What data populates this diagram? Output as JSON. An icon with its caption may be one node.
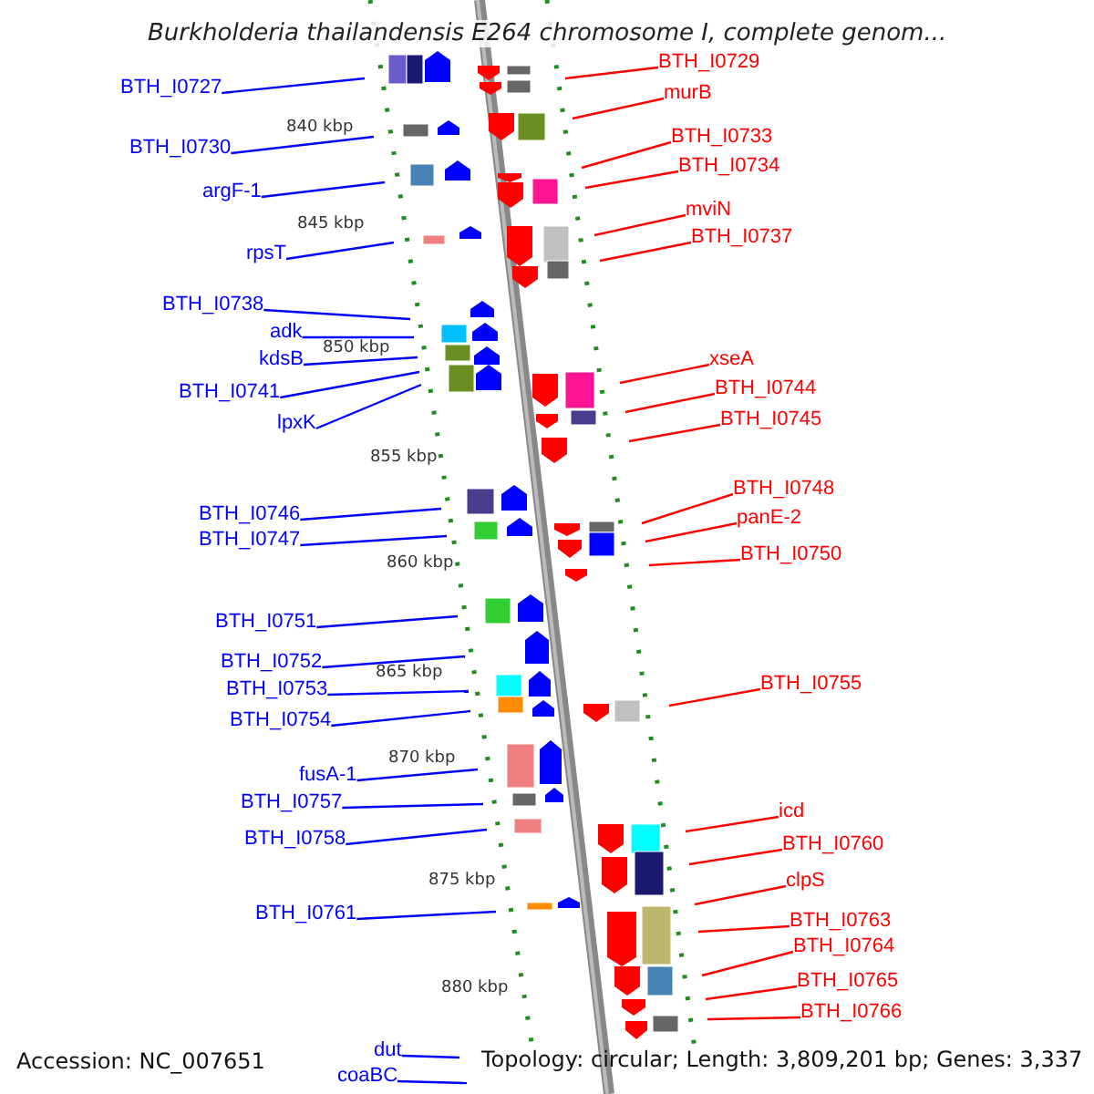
{
  "diagram": {
    "title": "Burkholderia thailandensis E264 chromosome I, complete genom...",
    "nodes": [
      {
        "text": [
          "BTH_I0727"
        ]
      },
      {
        "text": [
          "BTH_I0730"
        ]
      },
      {
        "text": [
          "argF-1"
        ]
      },
      {
        "text": [
          "rpsT"
        ]
      },
      {
        "text": [
          "BTH_I0738"
        ]
      },
      {
        "text": [
          "adk"
        ]
      },
      {
        "text": [
          "kdsB"
        ]
      },
      {
        "text": [
          "BTH_I0741"
        ]
      },
      {
        "text": [
          "lpxK"
        ]
      },
      {
        "text": [
          "BTH_I0746"
        ]
      },
      {
        "text": [
          "BTH_I0747"
        ]
      },
      {
        "text": [
          "BTH_I0751"
        ]
      },
      {
        "text": [
          "BTH_I0752"
        ]
      },
      {
        "text": [
          "BTH_I0753"
        ]
      },
      {
        "text": [
          "BTH_I0754"
        ]
      },
      {
        "text": [
          "fusA-1"
        ]
      },
      {
        "text": [
          "BTH_I0757"
        ]
      },
      {
        "text": [
          "BTH_I0758"
        ]
      },
      {
        "text": [
          "BTH_I0761"
        ]
      },
      {
        "text": [
          "dut"
        ]
      },
      {
        "text": [
          "coaBC"
        ]
      },
      {
        "text": [
          "BTH_I0729"
        ]
      },
      {
        "text": [
          "murB"
        ]
      },
      {
        "text": [
          "BTH_I0733"
        ]
      },
      {
        "text": [
          "BTH_I0734"
        ]
      },
      {
        "text": [
          "mviN"
        ]
      },
      {
        "text": [
          "BTH_I0737"
        ]
      },
      {
        "text": [
          "xseA"
        ]
      },
      {
        "text": [
          "BTH_I0744"
        ]
      },
      {
        "text": [
          "BTH_I0745"
        ]
      },
      {
        "text": [
          "BTH_I0748"
        ]
      },
      {
        "text": [
          "panE-2"
        ]
      },
      {
        "text": [
          "BTH_I0750"
        ]
      },
      {
        "text": [
          "BTH_I0755"
        ]
      },
      {
        "text": [
          "icd"
        ]
      },
      {
        "text": [
          "BTH_I0760"
        ]
      },
      {
        "text": [
          "clpS"
        ]
      },
      {
        "text": [
          "BTH_I0763"
        ]
      },
      {
        "text": [
          "BTH_I0764"
        ]
      },
      {
        "text": [
          "BTH_I0765"
        ]
      },
      {
        "text": [
          "BTH_I0766"
        ]
      }
    ],
    "edges": [
      {
        "from": 0,
        "to": null,
        "arrow": "none"
      },
      {
        "from": 1,
        "to": null,
        "arrow": "none"
      },
      {
        "from": 2,
        "to": null,
        "arrow": "none"
      },
      {
        "from": 3,
        "to": null,
        "arrow": "none"
      },
      {
        "from": 4,
        "to": null,
        "arrow": "none"
      },
      {
        "from": 5,
        "to": null,
        "arrow": "none"
      },
      {
        "from": 6,
        "to": null,
        "arrow": "none"
      },
      {
        "from": 7,
        "to": null,
        "arrow": "none"
      },
      {
        "from": 8,
        "to": null,
        "arrow": "none"
      },
      {
        "from": 9,
        "to": null,
        "arrow": "none"
      },
      {
        "from": 10,
        "to": null,
        "arrow": "none"
      },
      {
        "from": 11,
        "to": null,
        "arrow": "none"
      },
      {
        "from": 12,
        "to": null,
        "arrow": "none"
      },
      {
        "from": 13,
        "to": null,
        "arrow": "none"
      },
      {
        "from": 14,
        "to": null,
        "arrow": "none"
      },
      {
        "from": 15,
        "to": null,
        "arrow": "none"
      },
      {
        "from": 16,
        "to": null,
        "arrow": "none"
      },
      {
        "from": 17,
        "to": null,
        "arrow": "none"
      },
      {
        "from": 18,
        "to": null,
        "arrow": "none"
      },
      {
        "from": 19,
        "to": null,
        "arrow": "none"
      },
      {
        "from": 20,
        "to": null,
        "arrow": "none"
      },
      {
        "from": 21,
        "to": null,
        "arrow": "none",
        "color": "#ff0000"
      },
      {
        "from": 22,
        "to": null,
        "arrow": "none",
        "color": "#ff0000"
      },
      {
        "from": 23,
        "to": null,
        "arrow": "none",
        "color": "#ff0000"
      },
      {
        "from": 24,
        "to": null,
        "arrow": "none",
        "color": "#ff0000"
      },
      {
        "from": 25,
        "to": null,
        "arrow": "none",
        "color": "#ff0000"
      },
      {
        "from": 26,
        "to": null,
        "arrow": "none",
        "color": "#ff0000"
      },
      {
        "from": 27,
        "to": null,
        "arrow": "none",
        "color": "#ff0000"
      },
      {
        "from": 28,
        "to": null,
        "arrow": "none",
        "color": "#ff0000"
      },
      {
        "from": 29,
        "to": null,
        "arrow": "none",
        "color": "#ff0000"
      },
      {
        "from": 30,
        "to": null,
        "arrow": "none",
        "color": "#ff0000"
      },
      {
        "from": 31,
        "to": null,
        "arrow": "none",
        "color": "#ff0000"
      },
      {
        "from": 32,
        "to": null,
        "arrow": "none",
        "color": "#ff0000"
      },
      {
        "from": 33,
        "to": null,
        "arrow": "none",
        "color": "#ff0000"
      },
      {
        "from": 34,
        "to": null,
        "arrow": "none",
        "color": "#ff0000"
      },
      {
        "from": 35,
        "to": null,
        "arrow": "none",
        "color": "#ff0000"
      },
      {
        "from": 36,
        "to": null,
        "arrow": "none",
        "color": "#ff0000"
      },
      {
        "from": 37,
        "to": null,
        "arrow": "none",
        "color": "#ff0000"
      },
      {
        "from": 38,
        "to": null,
        "arrow": "none",
        "color": "#ff0000"
      },
      {
        "from": 39,
        "to": null,
        "arrow": "none",
        "color": "#ff0000"
      },
      {
        "from": 40,
        "to": null,
        "arrow": "none",
        "color": "#ff0000"
      }
    ],
    "labels": [
      "840 kbp",
      "845 kbp",
      "850 kbp",
      "855 kbp",
      "860 kbp",
      "865 kbp",
      "870 kbp",
      "875 kbp",
      "880 kbp",
      "Accession: NC_007651",
      "Topology: circular; Length: 3,809,201 bp; Genes: 3,337"
    ]
  }
}
